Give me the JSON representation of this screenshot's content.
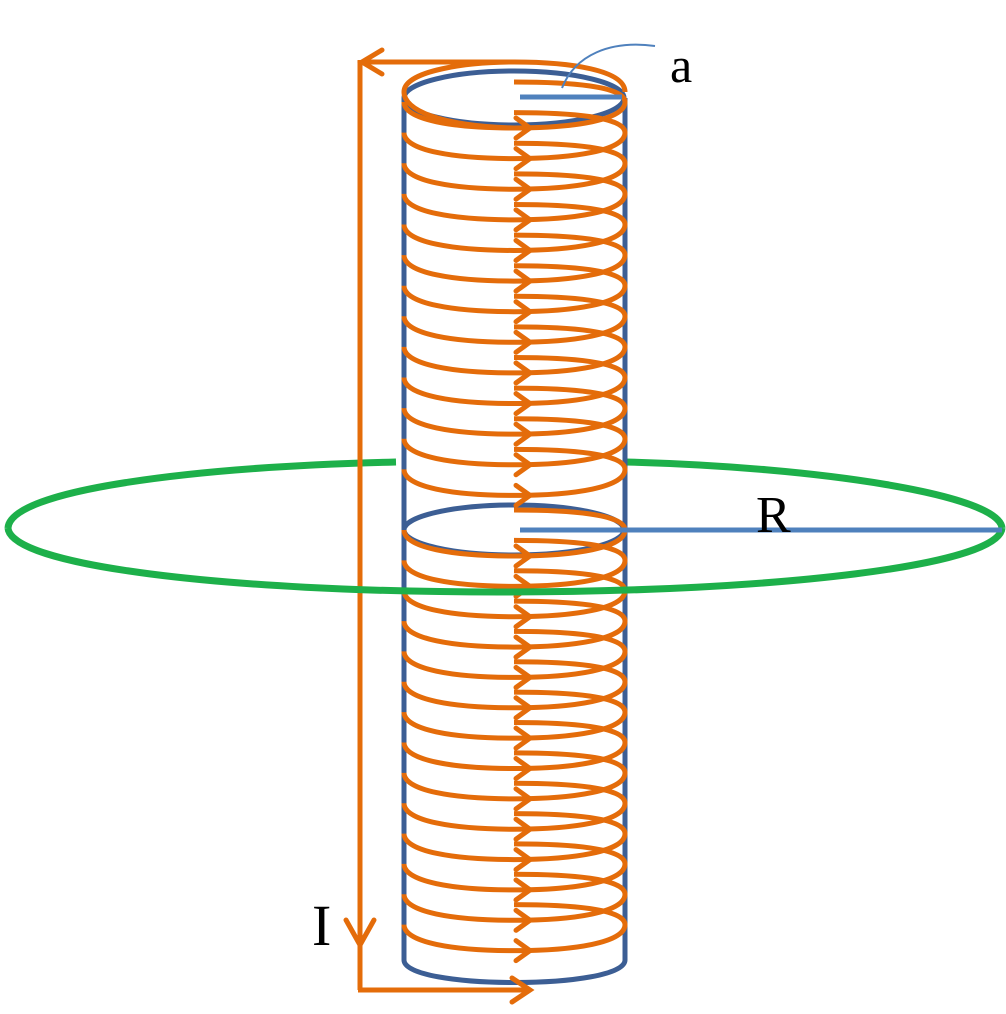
{
  "labels": {
    "radius_small": "a",
    "radius_large": "R",
    "current": "I"
  },
  "coil": {
    "turns_upper": 13,
    "turns_lower": 14
  },
  "colors": {
    "wire": "#E46C0A",
    "cylinder": "#3C5E94",
    "loop": "#1DB04A",
    "radius_line": "#4F81BD",
    "label": "#000000"
  },
  "icons": {
    "current_direction": "arrow-down-icon",
    "turn_direction": "chevron-right-icon"
  }
}
